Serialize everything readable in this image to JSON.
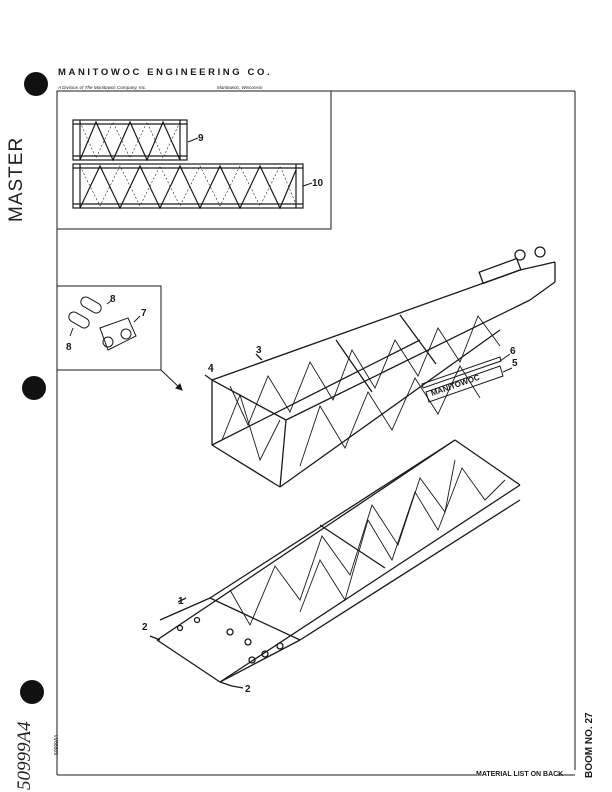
{
  "header": {
    "company": "MANITOWOC ENGINEERING CO.",
    "division": "A Division of The Manitowoc Company, Inc.",
    "city": "Manitowoc, Wisconsin"
  },
  "stamp": {
    "master": "MASTER"
  },
  "handwritten": {
    "number": "50999A4"
  },
  "side_small_number": "50999A4",
  "footer": {
    "material_list": "MATERIAL LIST ON BACK",
    "boom_no": "BOOM NO. 27"
  },
  "decal": {
    "text": "MANITOWOC"
  },
  "callouts": {
    "c1": "1",
    "c2a": "2",
    "c2b": "2",
    "c3": "3",
    "c4": "4",
    "c5": "5",
    "c6": "6",
    "c7": "7",
    "c8a": "8",
    "c8b": "8",
    "c9": "9",
    "c10": "10"
  }
}
